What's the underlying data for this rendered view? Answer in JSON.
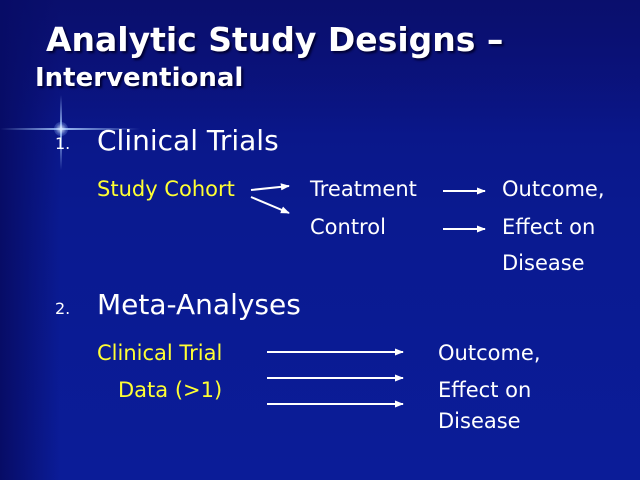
{
  "slide": {
    "title_line1": "Analytic Study Designs –",
    "title_line2": "Interventional"
  },
  "items": [
    {
      "number": "1.",
      "heading": "Clinical Trials",
      "source": "Study Cohort",
      "branches": [
        "Treatment",
        "Control"
      ],
      "outcome": [
        "Outcome,",
        "Effect on",
        "Disease"
      ]
    },
    {
      "number": "2.",
      "heading": "Meta-Analyses",
      "source": [
        "Clinical Trial",
        "Data (>1)"
      ],
      "outcome": [
        "Outcome,",
        "Effect on",
        "Disease"
      ]
    }
  ],
  "colors": {
    "background": "#0b1a90",
    "title_text": "#ffffff",
    "highlight_text": "#ffff33",
    "body_text": "#ffffff"
  }
}
